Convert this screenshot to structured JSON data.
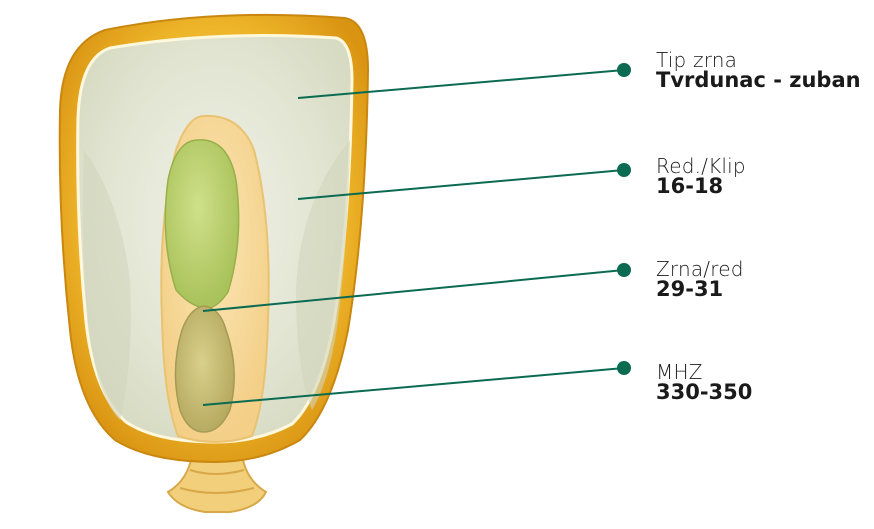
{
  "accent_color": "#0b6b52",
  "labels": [
    {
      "name": "Tip zrna",
      "value": "Tvrdunac - zuban"
    },
    {
      "name": "Red./Klip",
      "value": "16-18"
    },
    {
      "name": "Zrna/red",
      "value": "29-31"
    },
    {
      "name": "MHZ",
      "value": "330-350"
    }
  ]
}
